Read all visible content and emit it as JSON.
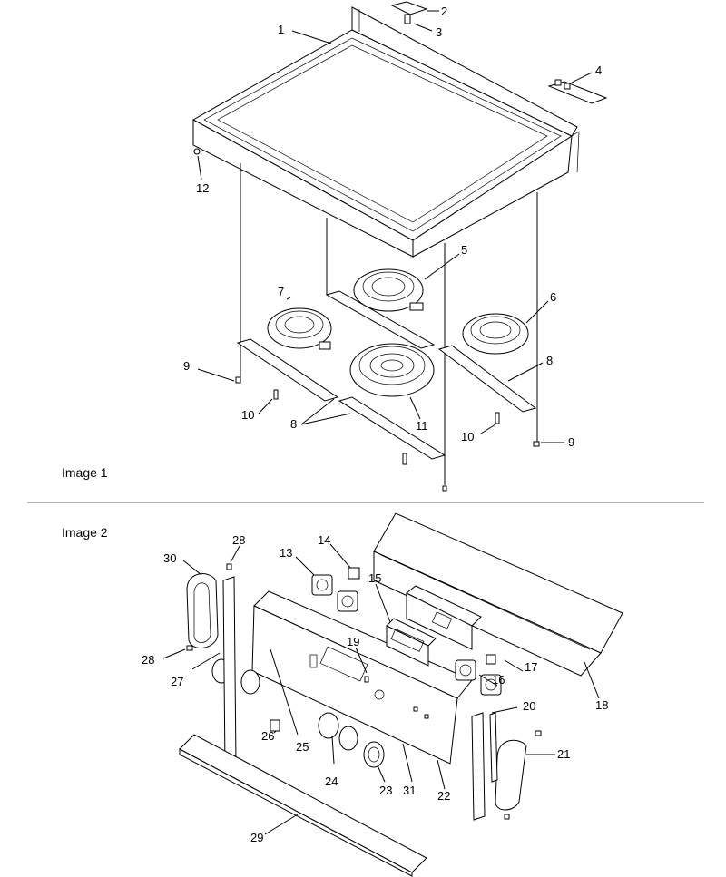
{
  "images": [
    {
      "caption": "Image 1",
      "callouts": [
        "1",
        "2",
        "3",
        "4",
        "5",
        "6",
        "7",
        "8",
        "8",
        "9",
        "9",
        "10",
        "10",
        "11",
        "12"
      ]
    },
    {
      "caption": "Image 2",
      "callouts": [
        "13",
        "14",
        "15",
        "16",
        "17",
        "18",
        "19",
        "20",
        "21",
        "22",
        "23",
        "24",
        "25",
        "26",
        "27",
        "28",
        "28",
        "29",
        "30",
        "31"
      ]
    }
  ],
  "icons": [
    "range-cooktop-parts",
    "range-control-panel-parts"
  ]
}
